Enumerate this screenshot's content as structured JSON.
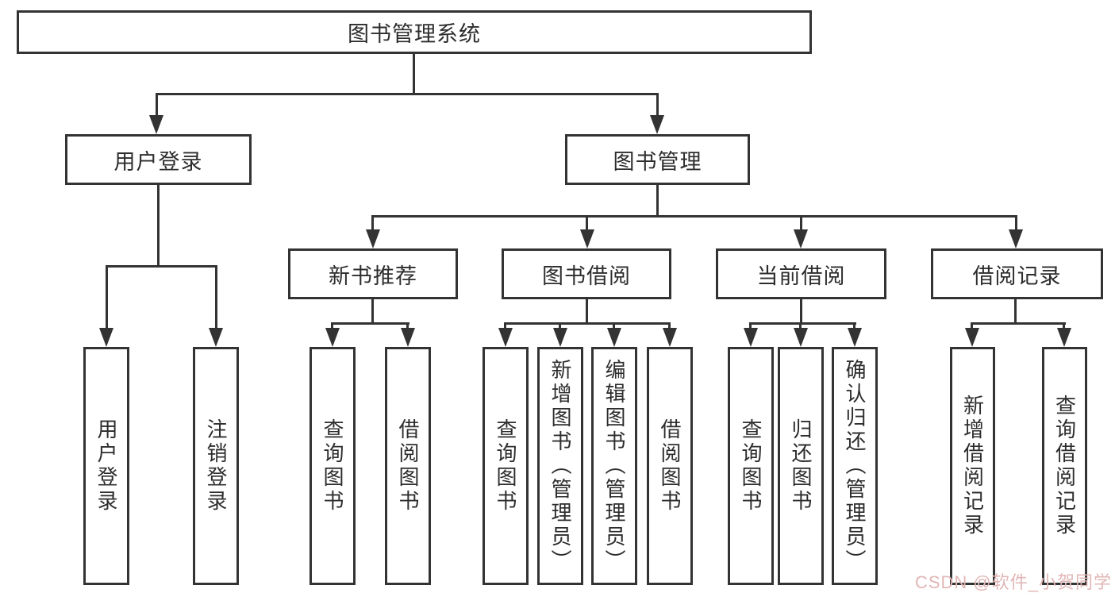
{
  "diagram": {
    "type": "hierarchy-tree",
    "watermark": "CSDN @软件_小贺同学",
    "colors": {
      "background": "#ffffff",
      "box_border": "#333333",
      "connector_line": "#333333",
      "text": "#2d2d2d",
      "watermark_text": "#e2b6b6"
    },
    "tree": {
      "root": "图书管理系统",
      "children": [
        {
          "label": "用户登录",
          "children": [
            "用户登录",
            "注销登录"
          ]
        },
        {
          "label": "图书管理",
          "children": [
            {
              "label": "新书推荐",
              "children": [
                "查询图书",
                "借阅图书"
              ]
            },
            {
              "label": "图书借阅",
              "children": [
                "查询图书",
                "新增图书（管理员）",
                "编辑图书（管理员）",
                "借阅图书"
              ]
            },
            {
              "label": "当前借阅",
              "children": [
                "查询图书",
                "归还图书",
                "确认归还（管理员）"
              ]
            },
            {
              "label": "借阅记录",
              "children": [
                "新增借阅记录",
                "查询借阅记录"
              ]
            }
          ]
        }
      ]
    }
  }
}
